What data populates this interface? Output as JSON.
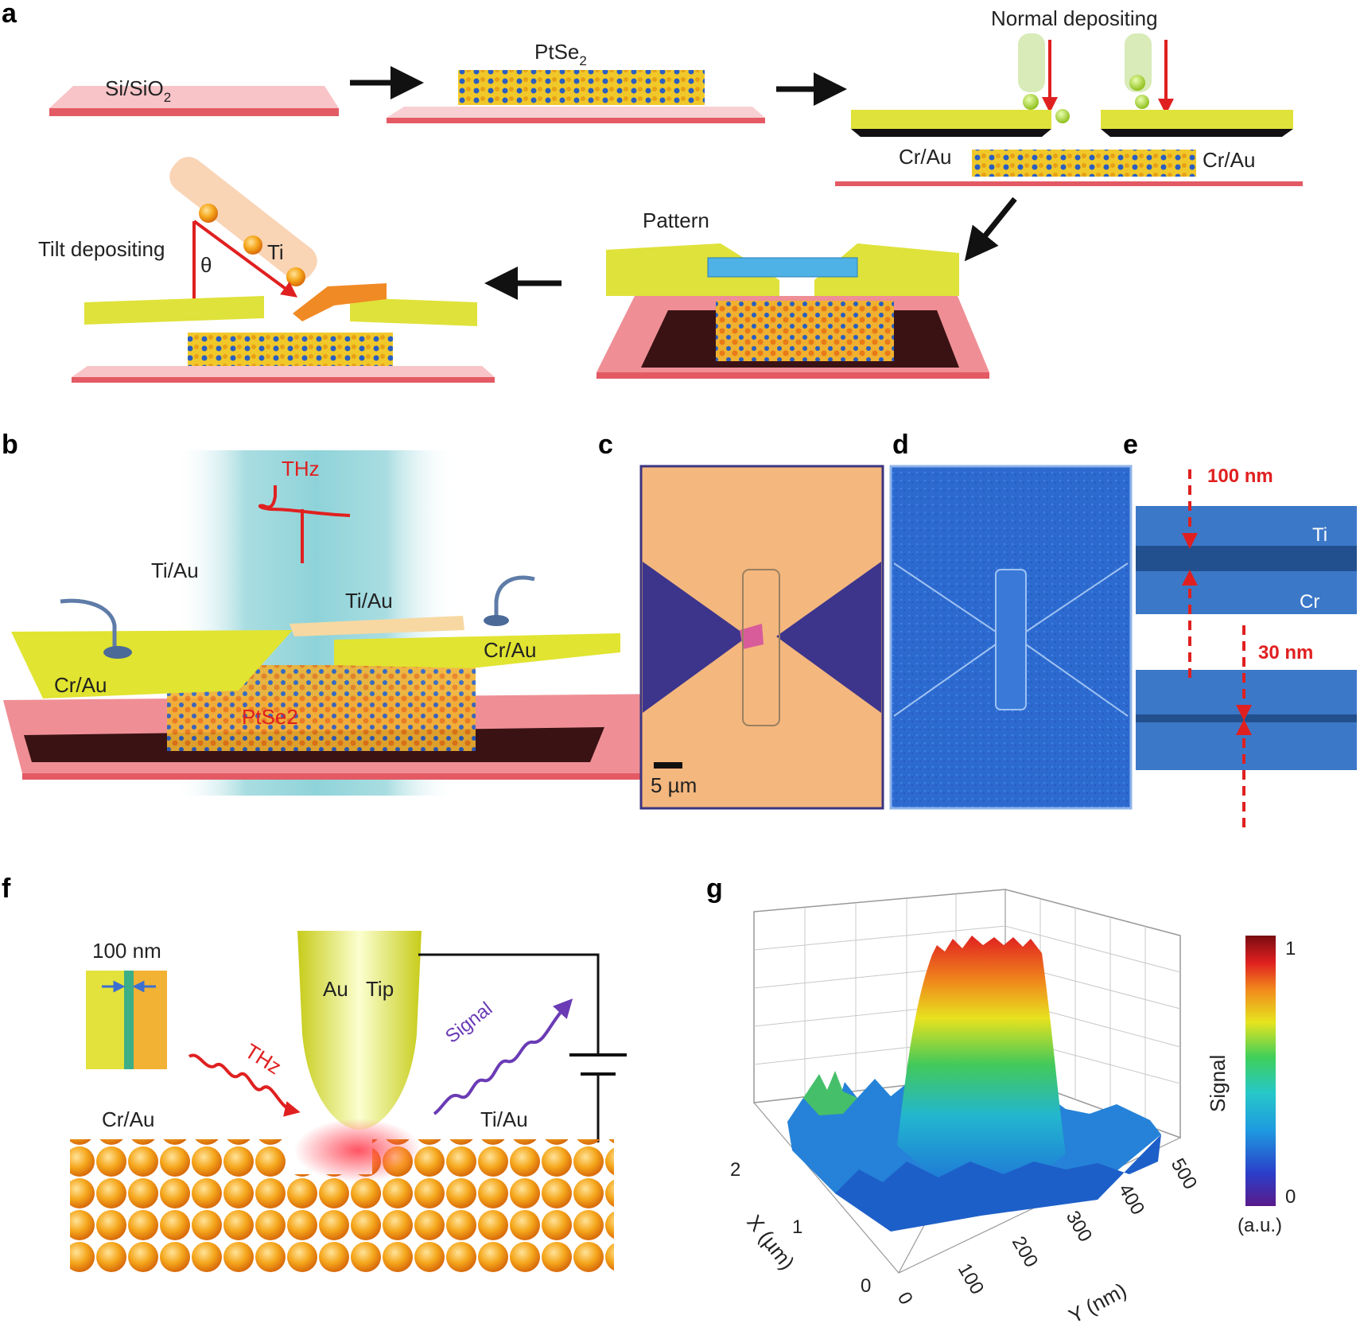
{
  "panel_labels": {
    "a": "a",
    "b": "b",
    "c": "c",
    "d": "d",
    "e": "e",
    "f": "f",
    "g": "g"
  },
  "panel_a": {
    "substrate": "Si/SiO",
    "substrate_sub": "2",
    "material": "PtSe",
    "material_sub": "2",
    "normal_depositing": "Normal depositing",
    "cr_au_left": "Cr/Au",
    "cr_au_right": "Cr/Au",
    "pattern": "Pattern",
    "tilt_depositing": "Tilt depositing",
    "theta": "θ",
    "ti": "Ti"
  },
  "panel_b": {
    "thz": "THz",
    "ti_au_top": "Ti/Au",
    "ti_au_center": "Ti/Au",
    "cr_au_right": "Cr/Au",
    "cr_au_left": "Cr/Au",
    "ptse2": "PtSe2"
  },
  "panel_c": {
    "scale_bar": "5 µm"
  },
  "panel_e": {
    "top_dim": "100 nm",
    "ti": "Ti",
    "cr": "Cr",
    "bottom_dim": "30 nm"
  },
  "panel_f": {
    "inset_dim": "100 nm",
    "au": "Au",
    "tip": "Tip",
    "thz": "THz",
    "signal": "Signal",
    "cr_au": "Cr/Au",
    "ti_au": "Ti/Au"
  },
  "panel_g": {
    "x_axis_label": "X (µm)",
    "y_axis_label": "Y (nm)",
    "x_ticks": [
      "0",
      "1",
      "2"
    ],
    "y_ticks": [
      "0",
      "100",
      "200",
      "300",
      "400",
      "500"
    ],
    "colorbar_label": "Signal",
    "colorbar_max": "1",
    "colorbar_min": "0",
    "colorbar_unit": "(a.u.)"
  },
  "colors": {
    "gold": "#d9dc2e",
    "substrate": "#ef8f95",
    "blue_sem": "#2c67c8",
    "red_arrow": "#e02020"
  }
}
